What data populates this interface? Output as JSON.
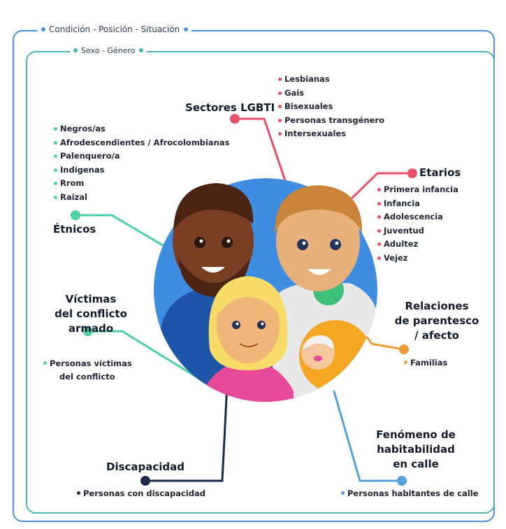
{
  "frames": {
    "outer_label": "Condición - Posición - Situación",
    "inner_label": "Sexo - Género"
  },
  "colors": {
    "outer_frame": "#4a8fe0",
    "inner_frame": "#4fb6b0",
    "lgbti": "#e8506a",
    "etarios": "#e8506a",
    "etnicos": "#4ccfa6",
    "victimas": "#4ccfa6",
    "parentesco": "#f29a3a",
    "discapacidad": "#1b2a49",
    "calle": "#5a9fd8"
  },
  "groups": {
    "lgbti": {
      "title": "Sectores LGBTI",
      "items": [
        "Lesbianas",
        "Gais",
        "Bisexuales",
        "Personas transgénero",
        "Intersexuales"
      ]
    },
    "etnicos": {
      "title": "Étnicos",
      "items": [
        "Negros/as",
        "Afrodescendientes / Afrocolombianas",
        "Palenquero/a",
        "Indígenas",
        "Rrom",
        "Raizal"
      ]
    },
    "etarios": {
      "title": "Etarios",
      "items": [
        "Primera infancia",
        "Infancia",
        "Adolescencia",
        "Juventud",
        "Adultez",
        "Vejez"
      ]
    },
    "victimas": {
      "title_lines": [
        "Víctimas",
        "del conflicto",
        "armado"
      ],
      "items": [
        "Personas víctimas",
        "del conflicto"
      ]
    },
    "parentesco": {
      "title_lines": [
        "Relaciones",
        "de parentesco",
        "/ afecto"
      ],
      "item": "Familias"
    },
    "discapacidad": {
      "title": "Discapacidad",
      "item": "Personas con discapacidad"
    },
    "calle": {
      "title_lines": [
        "Fenómeno de",
        "habitabilidad",
        "en calle"
      ],
      "item": "Personas habitantes de calle"
    }
  }
}
